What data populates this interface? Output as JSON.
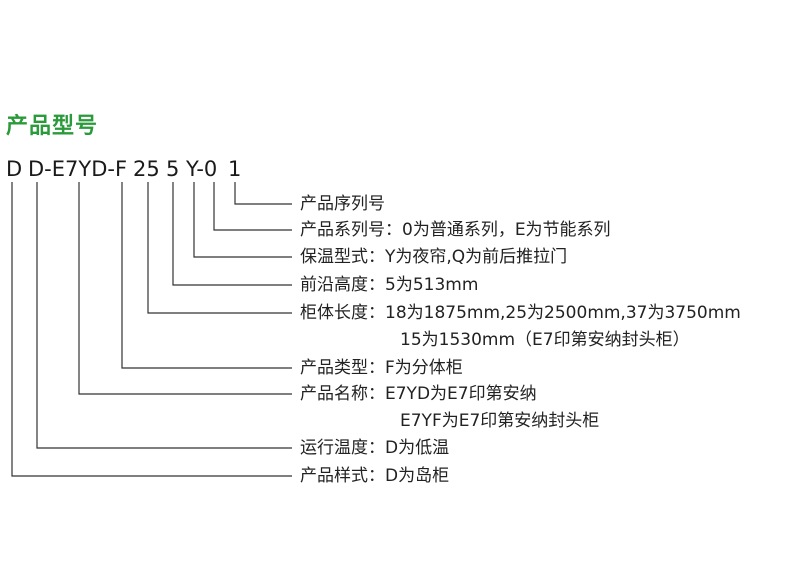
{
  "title": "产品型号",
  "model_code": [
    "D",
    "D-E7YD-F",
    "25",
    "5",
    "Y-0",
    "1"
  ],
  "descriptions": [
    "产品序列号",
    "产品系列号：0为普通系列，E为节能系列",
    "保温型式：Y为夜帘,Q为前后推拉门",
    "前沿高度：5为513mm",
    "柜体长度：18为1875mm,25为2500mm,37为3750mm",
    "15为1530mm（E7印第安纳封头柜）",
    "产品类型：F为分体柜",
    "产品名称：E7YD为E7印第安纳",
    "E7YF为E7印第安纳封头柜",
    "运行温度：D为低温",
    "产品样式：D为岛柜"
  ],
  "colors": {
    "title": "#2a9a3a",
    "text": "#222222",
    "lines": "#333333"
  }
}
